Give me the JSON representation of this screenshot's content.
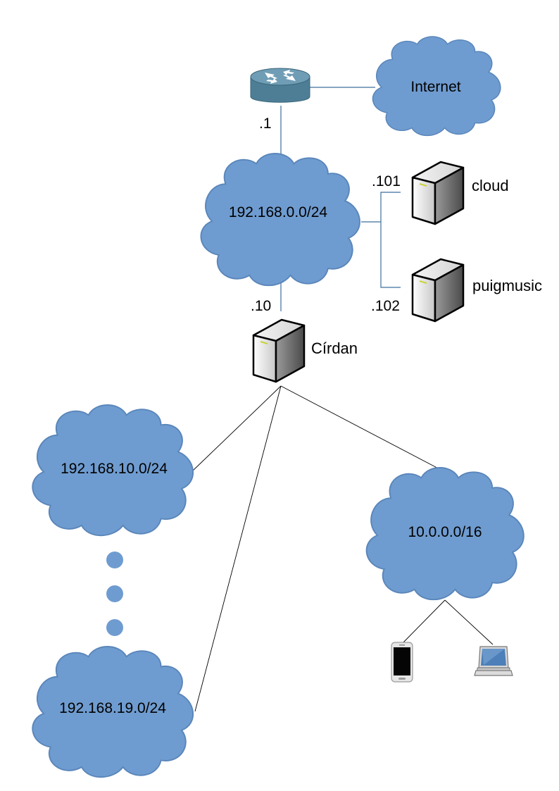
{
  "colors": {
    "cloud_fill": "#6f9cd0",
    "cloud_stroke": "#4f80bd",
    "router_body": "#5a8aa2",
    "link_blue": "#3d6f9e",
    "link_black": "#000000"
  },
  "icons": {
    "router": "router-icon",
    "server": "server-icon",
    "phone": "smartphone-icon",
    "laptop": "laptop-icon",
    "cloud": "network-cloud-icon"
  },
  "clouds": {
    "internet": "Internet",
    "lan": "192.168.0.0/24",
    "subnet10": "192.168.10.0/24",
    "subnet19": "192.168.19.0/24",
    "wifi": "10.0.0.0/16"
  },
  "servers": {
    "cloud": "cloud",
    "puigmusic": "puigmusic",
    "cirdan": "Círdan"
  },
  "addresses": {
    "router": ".1",
    "cloud": ".101",
    "puigmusic": ".102",
    "cirdan": ".10"
  }
}
